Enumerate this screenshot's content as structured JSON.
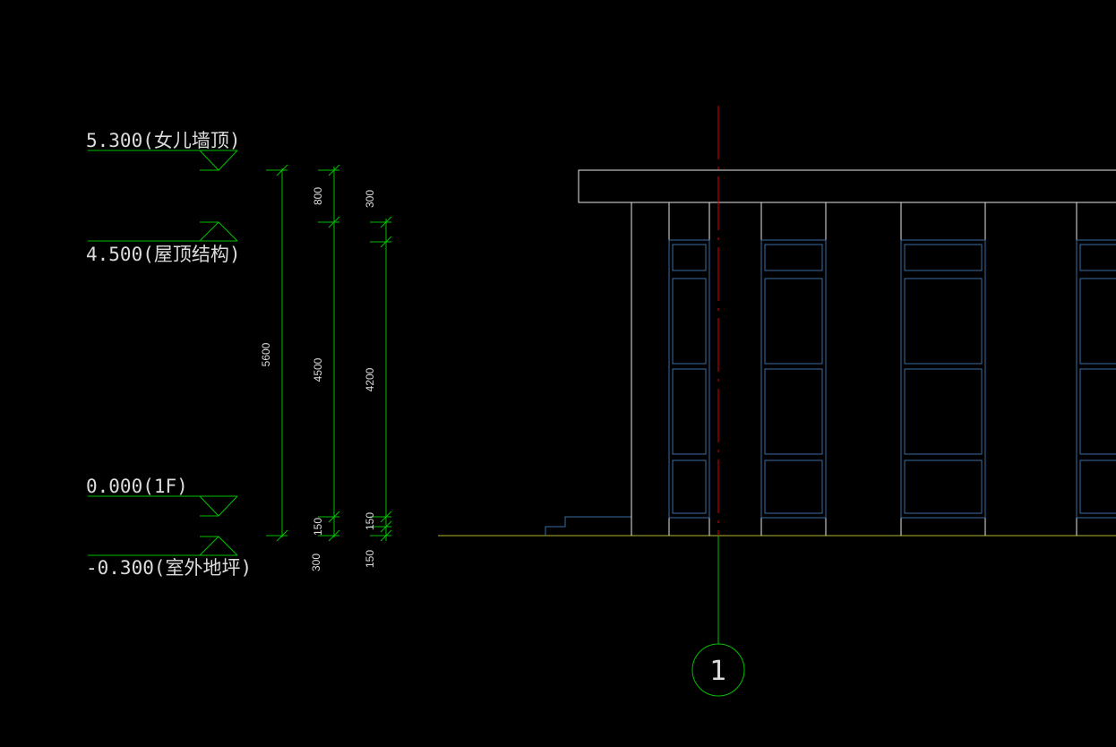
{
  "colors": {
    "background": "#000000",
    "annotation": "#00c000",
    "outline": "#e6e6e6",
    "window": "#3a6ea5",
    "centerline": "#e00000",
    "ground": "#b5b52a",
    "text": "#dcdcdc"
  },
  "levels": [
    {
      "label": "5.300(女儿墙顶)"
    },
    {
      "label": "4.500(屋顶结构)"
    },
    {
      "label": "0.000(1F)"
    },
    {
      "label": "-0.300(室外地坪)"
    }
  ],
  "dimensions": {
    "col1": [
      "5600",
      "300"
    ],
    "col2": [
      "800",
      "4500",
      "150"
    ],
    "col3": [
      "300",
      "4200",
      "150",
      "150"
    ]
  },
  "axis": {
    "label": "1"
  }
}
